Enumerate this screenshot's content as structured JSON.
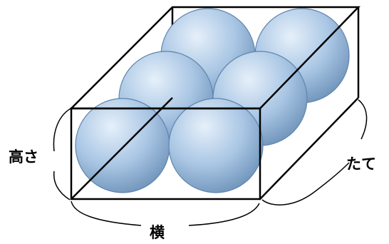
{
  "labels": {
    "height": "高さ",
    "depth": "たて",
    "width": "横"
  },
  "colors": {
    "sphere_light": "#e6f0fa",
    "sphere_mid": "#a9c6e4",
    "sphere_dark": "#6f93ba",
    "sphere_outline": "#5f84ad",
    "edge": "#000000"
  },
  "spheres": {
    "rows": 2,
    "columns": 3,
    "layers": 1
  }
}
